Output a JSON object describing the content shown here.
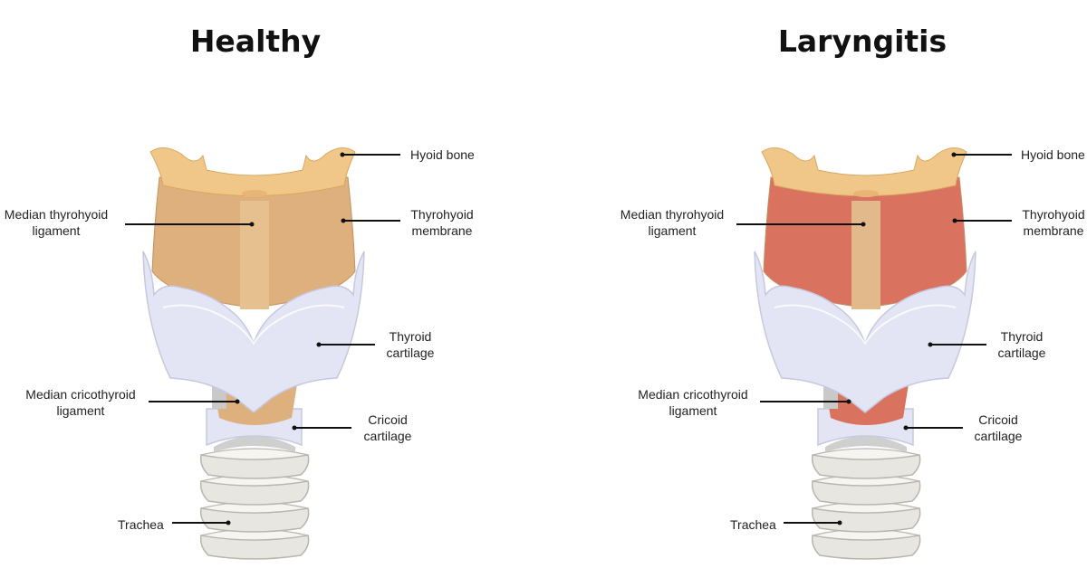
{
  "panels": [
    {
      "title": "Healthy",
      "labels": {
        "hyoid_bone": "Hyoid bone",
        "thyrohyoid_membrane_1": "Thyrohyoid",
        "thyrohyoid_membrane_2": "membrane",
        "median_thyrohyoid_1": "Median thyrohyoid",
        "median_thyrohyoid_2": "ligament",
        "thyroid_cartilage_1": "Thyroid",
        "thyroid_cartilage_2": "cartilage",
        "median_cricothyroid_1": "Median cricothyroid",
        "median_cricothyroid_2": "ligament",
        "cricoid_cartilage_1": "Cricoid",
        "cricoid_cartilage_2": "cartilage",
        "trachea": "Trachea"
      },
      "colors": {
        "membrane": "#ddb07e",
        "ligament": "#e6c08e"
      }
    },
    {
      "title": "Laryngitis",
      "labels": {
        "hyoid_bone": "Hyoid bone",
        "thyrohyoid_membrane_1": "Thyrohyoid",
        "thyrohyoid_membrane_2": "membrane",
        "median_thyrohyoid_1": "Median thyrohyoid",
        "median_thyrohyoid_2": "ligament",
        "thyroid_cartilage_1": "Thyroid",
        "thyroid_cartilage_2": "cartilage",
        "median_cricothyroid_1": "Median cricothyroid",
        "median_cricothyroid_2": "ligament",
        "cricoid_cartilage_1": "Cricoid",
        "cricoid_cartilage_2": "cartilage",
        "trachea": "Trachea"
      },
      "colors": {
        "membrane": "#d9725e",
        "ligament": "#e2b98a"
      }
    }
  ],
  "colors": {
    "hyoid": "#f1c789",
    "cartilage": "#e3e4f4",
    "cartilage_shade": "#c7c8e0",
    "trachea": "#e8e6e0",
    "trachea_shade": "#b9b6ad",
    "leader": "#111111"
  }
}
